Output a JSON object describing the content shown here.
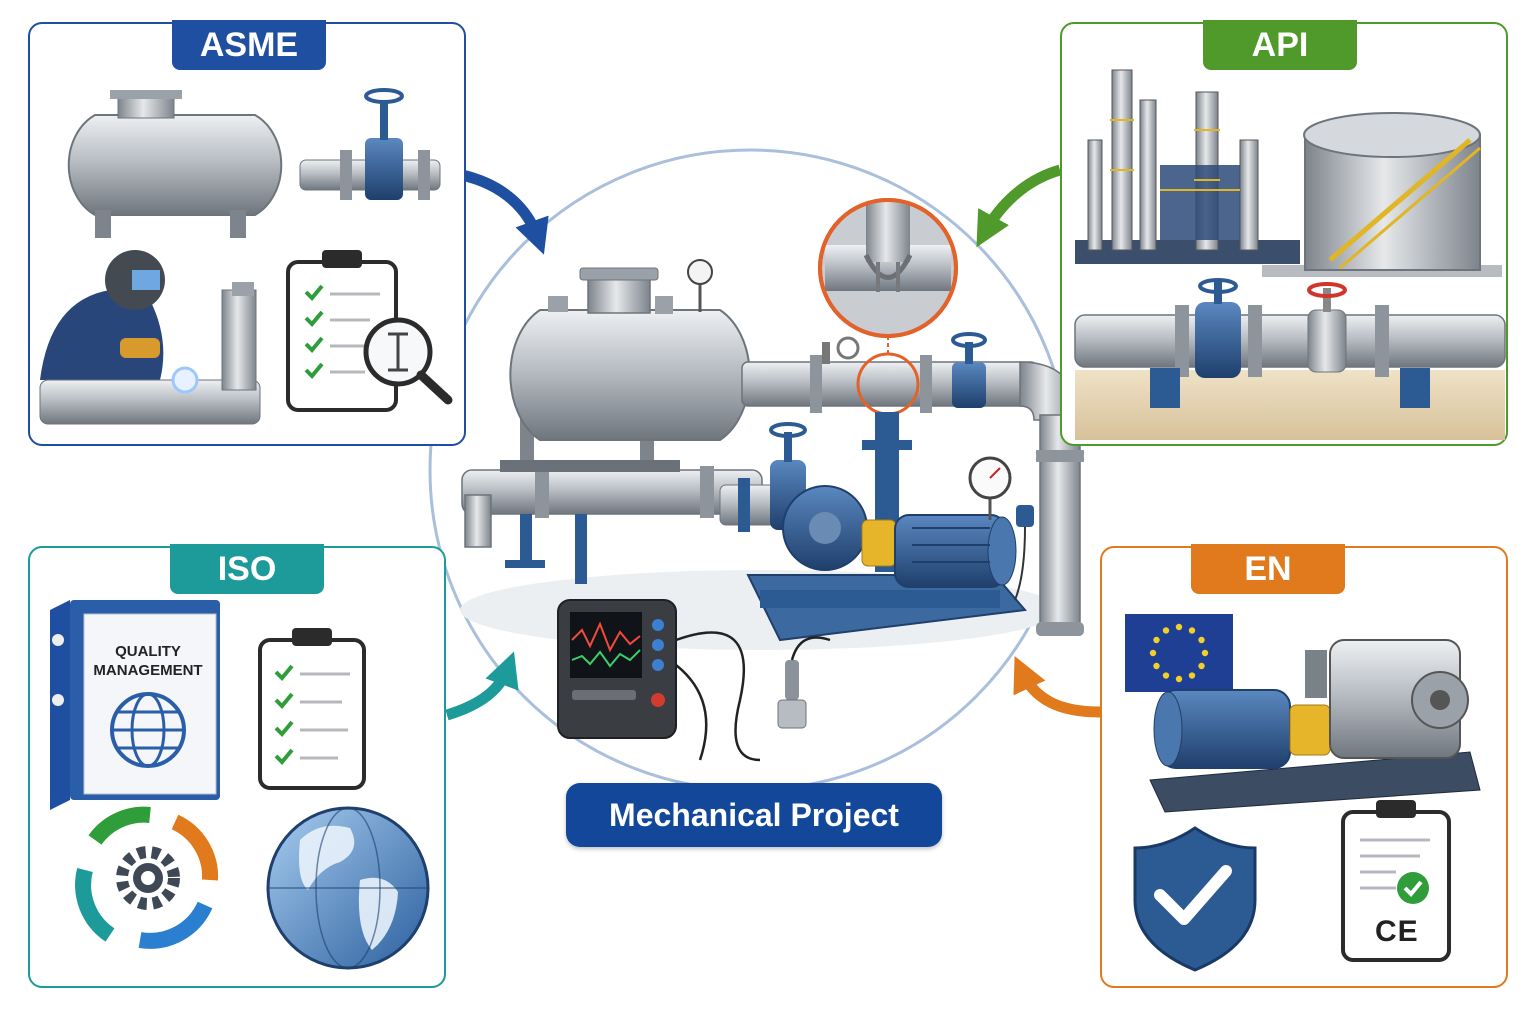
{
  "title": "Mechanical Project",
  "panels": {
    "asme": {
      "label": "ASME",
      "color": "#1f4fa0"
    },
    "api": {
      "label": "API",
      "color": "#4f9a2a"
    },
    "iso": {
      "label": "ISO",
      "color": "#1d9a9a"
    },
    "en": {
      "label": "EN",
      "color": "#e07a1c"
    }
  },
  "iso_binder": {
    "line1": "QUALITY",
    "line2": "MANAGEMENT"
  },
  "en_certificate": {
    "mark": "CE"
  },
  "colors": {
    "steel": "#b9bec4",
    "steel_dark": "#7d848c",
    "machine_blue": "#2c5a92",
    "weld_highlight": "#e2622a",
    "eu_flag": "#1f3f95",
    "eu_stars": "#f2cf2a"
  }
}
